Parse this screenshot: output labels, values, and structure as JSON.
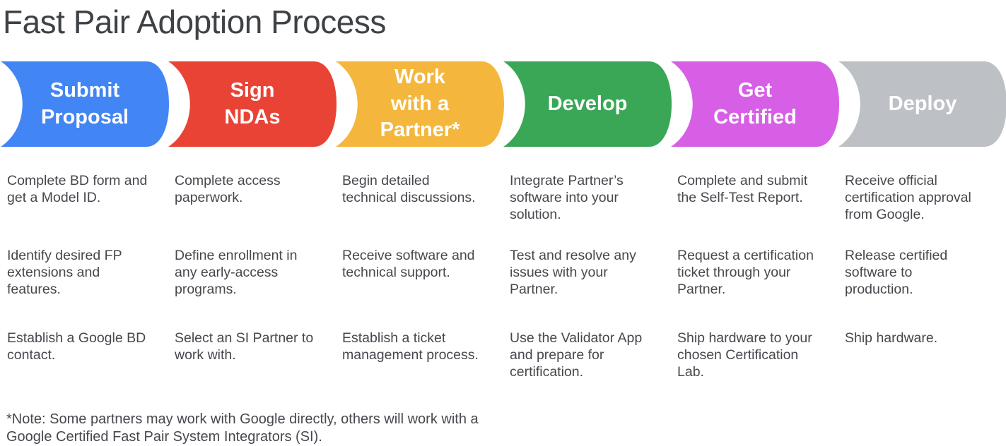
{
  "title": "Fast Pair Adoption Process",
  "palette": {
    "text_primary": "#45484d",
    "heading": "#3e4246",
    "stage_label_text": "#ffffff"
  },
  "stages": [
    {
      "name": "Submit Proposal",
      "label_lines": [
        "Submit",
        "Proposal"
      ],
      "color": "#4285F4",
      "steps": [
        [
          "Complete BD form and",
          "get a Model ID."
        ],
        [
          "Identify desired FP",
          "extensions and",
          "features."
        ],
        [
          "Establish a Google BD",
          "contact."
        ]
      ]
    },
    {
      "name": "Sign NDAs",
      "label_lines": [
        "Sign",
        "NDAs"
      ],
      "color": "#E94335",
      "steps": [
        [
          "Complete access",
          "paperwork."
        ],
        [
          "Define enrollment in",
          "any early-access",
          "programs."
        ],
        [
          "Select an SI Partner to",
          "work with."
        ]
      ]
    },
    {
      "name": "Work with a Partner*",
      "label_lines": [
        "Work",
        "with a",
        "Partner*"
      ],
      "color": "#F4B63C",
      "steps": [
        [
          "Begin detailed",
          "technical discussions."
        ],
        [
          "Receive software and",
          "technical support."
        ],
        [
          "Establish a ticket",
          "management process."
        ]
      ]
    },
    {
      "name": "Develop",
      "label_lines": [
        "Develop"
      ],
      "color": "#3AA757",
      "steps": [
        [
          "Integrate Partner’s",
          "software into your",
          "solution."
        ],
        [
          "Test and resolve any",
          "issues with your",
          "Partner."
        ],
        [
          "Use the Validator App",
          "and prepare for",
          "certification."
        ]
      ]
    },
    {
      "name": "Get Certified",
      "label_lines": [
        "Get",
        "Certified"
      ],
      "color": "#D65FE5",
      "steps": [
        [
          "Complete and submit",
          "the Self-Test Report."
        ],
        [
          "Request a certification",
          "ticket through your",
          "Partner."
        ],
        [
          "Ship hardware to your",
          "chosen Certification",
          "Lab."
        ]
      ]
    },
    {
      "name": "Deploy",
      "label_lines": [
        "Deploy"
      ],
      "color": "#BDC1C6",
      "steps": [
        [
          "Receive official",
          "certification approval",
          "from Google."
        ],
        [
          "Release certified",
          "software to",
          "production."
        ],
        [
          "Ship hardware."
        ]
      ]
    }
  ],
  "note_lines": [
    "*Note: Some partners may work with Google directly, others will work with a",
    "Google Certified Fast Pair System Integrators (SI)."
  ]
}
